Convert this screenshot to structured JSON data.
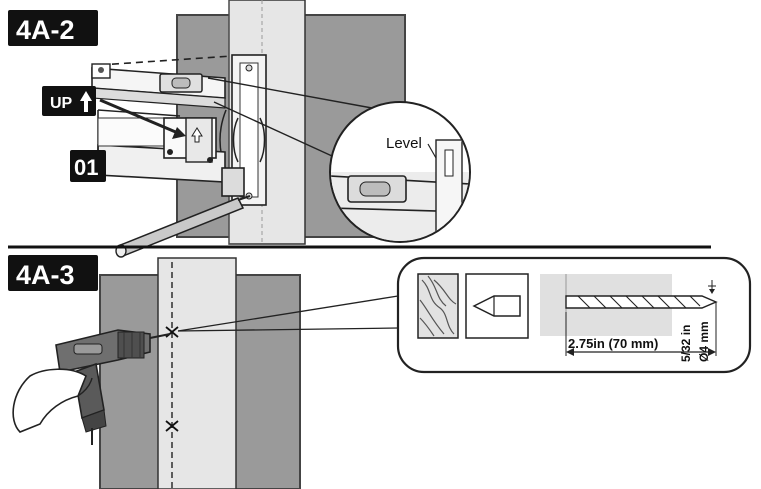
{
  "steps": {
    "top": {
      "label": "4A-2",
      "bracket_number": "01",
      "direction_label": "UP",
      "callout_label": "Level"
    },
    "bottom": {
      "label": "4A-3",
      "depth_label": "2.75in (70 mm)",
      "diameter_label_imperial": "5/32 in",
      "diameter_label_metric": "Ø4 mm"
    }
  },
  "icons": {
    "direction_icon": "arrow-up-icon",
    "level_icon": "bubble-level-icon",
    "drill_icon": "power-drill-icon",
    "wood_icon": "wood-grain-icon",
    "bit_icon": "drill-bit-icon"
  },
  "colors": {
    "wall": "#9a9a9a",
    "stud": "#e6e6e6",
    "label_bg": "#111111",
    "label_fg": "#ffffff",
    "line": "#222222",
    "drill_body": "#6f6f6f"
  }
}
